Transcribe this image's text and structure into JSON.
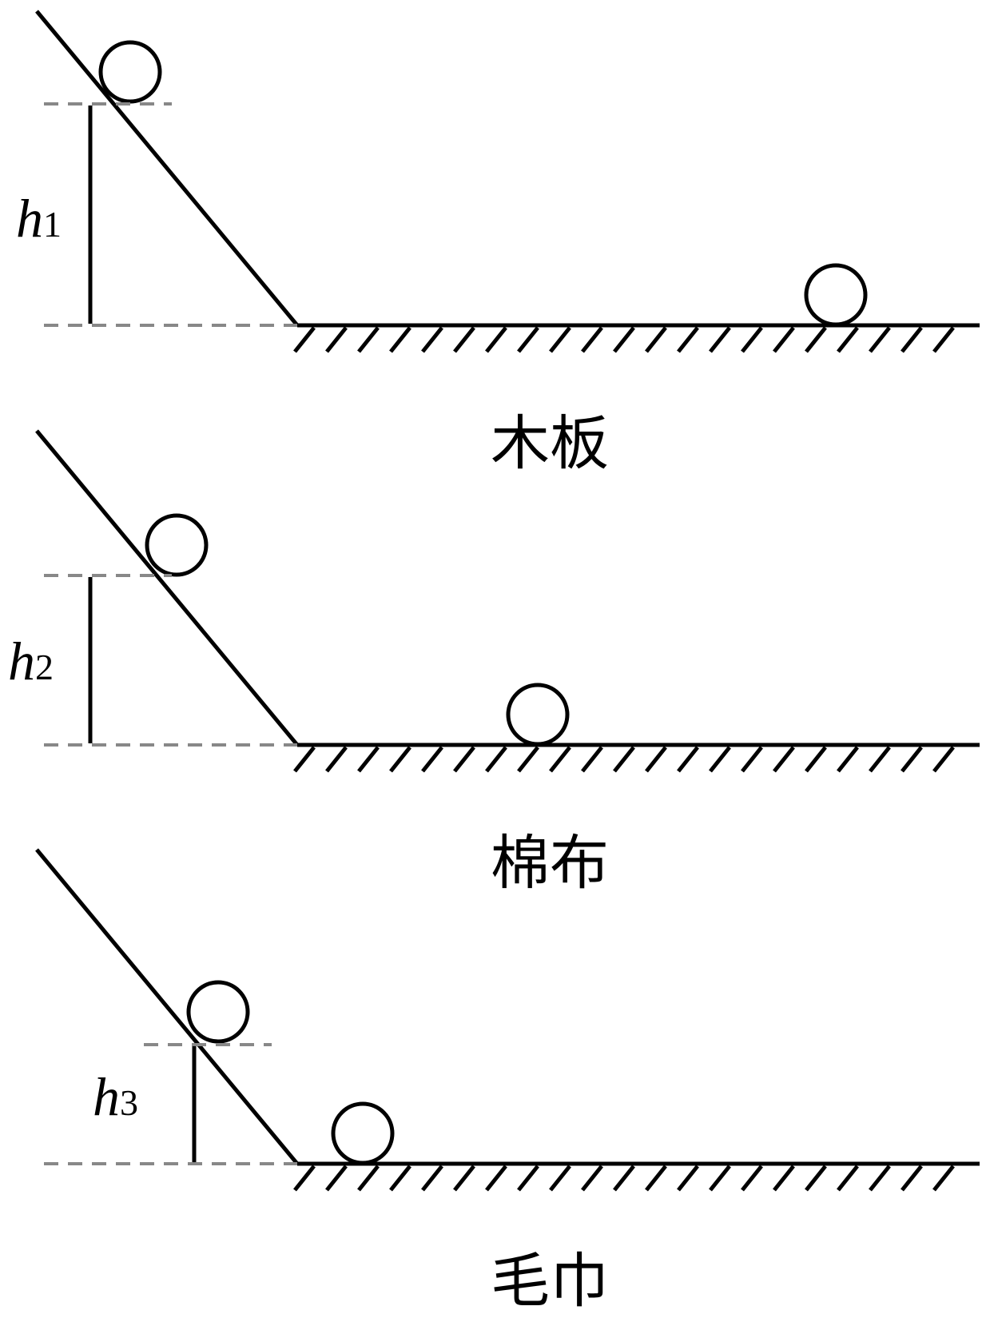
{
  "diagram": {
    "panels": [
      {
        "id": "wood",
        "height_var": "h",
        "height_sub": "1",
        "surface_label": "木板"
      },
      {
        "id": "cotton",
        "height_var": "h",
        "height_sub": "2",
        "surface_label": "棉布"
      },
      {
        "id": "towel",
        "height_var": "h",
        "height_sub": "3",
        "surface_label": "毛巾"
      }
    ],
    "colors": {
      "line": "#000000",
      "dashed": "#888888",
      "background": "#ffffff"
    }
  }
}
